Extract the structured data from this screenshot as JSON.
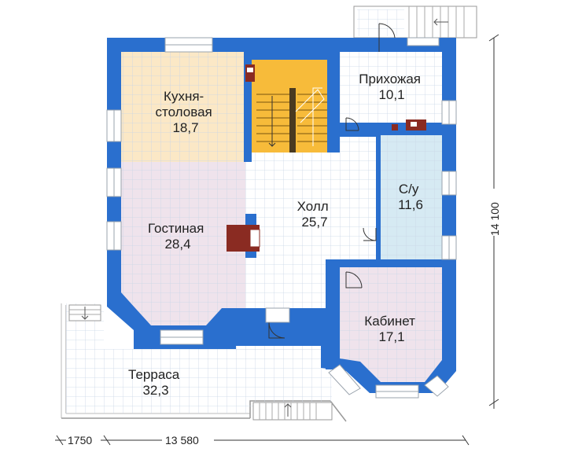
{
  "colors": {
    "wall": "#2a6fce",
    "wall_dark": "#1f5cb8",
    "kitchen": "#fbe8c6",
    "living": "#efe3ec",
    "hall": "#ffffff",
    "bath": "#d6eaf3",
    "office": "#efe3ec",
    "stairs": "#f7bb3a",
    "grid": "#c9d6e6",
    "fireplace": "#8a2b22",
    "window": "#ffffff",
    "terrace": "#ffffff"
  },
  "rooms": {
    "kitchen": {
      "name": "Кухня-\nстоловая",
      "area": "18,7"
    },
    "entrance": {
      "name": "Прихожая",
      "area": "10,1"
    },
    "bathroom": {
      "name": "С/у",
      "area": "11,6"
    },
    "hall": {
      "name": "Холл",
      "area": "25,7"
    },
    "living": {
      "name": "Гостиная",
      "area": "28,4"
    },
    "office": {
      "name": "Кабинет",
      "area": "17,1"
    },
    "terrace": {
      "name": "Терраса",
      "area": "32,3"
    }
  },
  "dimensions": {
    "width_left": "1750",
    "width_main": "13 580",
    "height": "14 100"
  }
}
